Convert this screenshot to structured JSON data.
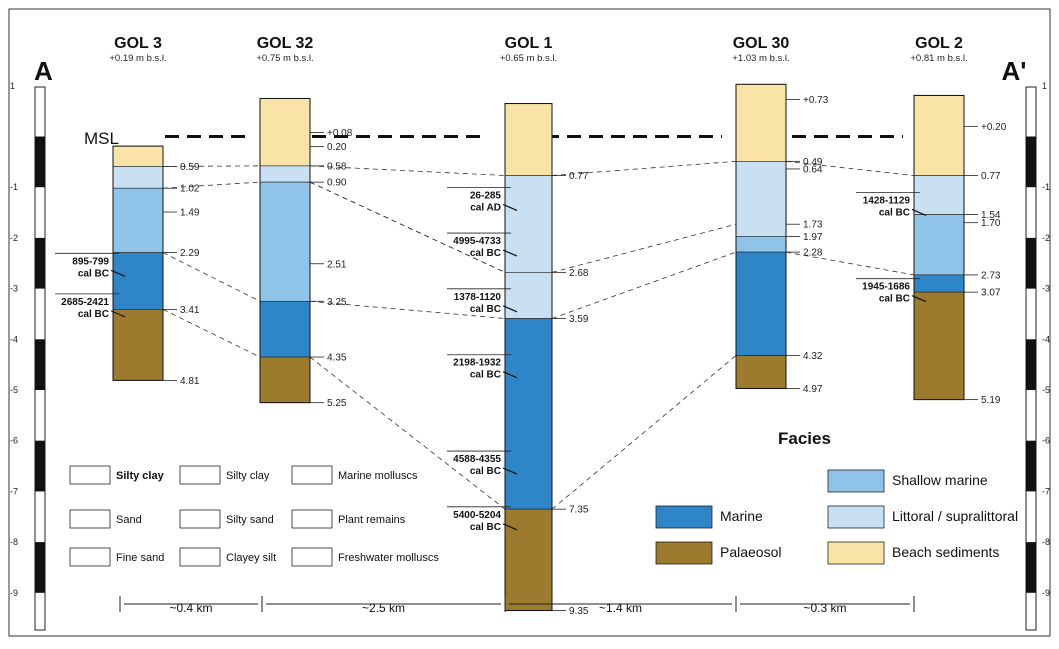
{
  "section": {
    "left": "A",
    "right": "A'",
    "msl": "MSL"
  },
  "scale_ticks": [
    "1",
    "-1",
    "-2",
    "-3",
    "-4",
    "-5",
    "-6",
    "-7",
    "-8",
    "-9"
  ],
  "colors": {
    "beach": "#FAE3A6",
    "littoral": "#C9E0F2",
    "shallow": "#8FC3E8",
    "marine": "#2E86C8",
    "palaeosol": "#9C7A2E"
  },
  "cores": [
    {
      "name": "GOL 3",
      "elev": "+0.19 m b.s.l.",
      "units": [
        {
          "facies": "beach",
          "top": 0.19,
          "bot": 0.59
        },
        {
          "facies": "littoral",
          "top": 0.59,
          "bot": 1.02
        },
        {
          "facies": "shallow",
          "top": 1.02,
          "bot": 2.29
        },
        {
          "facies": "marine",
          "top": 2.29,
          "bot": 3.41
        },
        {
          "facies": "palaeosol",
          "top": 3.41,
          "bot": 4.81
        }
      ],
      "depths": [
        {
          "d": 0.59,
          "t": "0.59"
        },
        {
          "d": 1.02,
          "t": "1.02"
        },
        {
          "d": 1.49,
          "t": "1.49"
        },
        {
          "d": 2.29,
          "t": "2.29"
        },
        {
          "d": 3.41,
          "t": "3.41"
        },
        {
          "d": 4.81,
          "t": "4.81"
        }
      ],
      "dates": [
        {
          "d": 2.6,
          "l1": "895-799",
          "l2": "cal BC"
        },
        {
          "d": 3.4,
          "l1": "2685-2421",
          "l2": "cal BC"
        }
      ]
    },
    {
      "name": "GOL 32",
      "elev": "+0.75 m b.s.l.",
      "units": [
        {
          "facies": "beach",
          "top": -0.75,
          "bot": 0.58
        },
        {
          "facies": "littoral",
          "top": 0.58,
          "bot": 0.9
        },
        {
          "facies": "shallow",
          "top": 0.9,
          "bot": 3.25
        },
        {
          "facies": "marine",
          "top": 3.25,
          "bot": 4.35
        },
        {
          "facies": "palaeosol",
          "top": 4.35,
          "bot": 5.25
        }
      ],
      "depths": [
        {
          "d": -0.08,
          "t": "+0.08"
        },
        {
          "d": 0.2,
          "t": "0.20"
        },
        {
          "d": 0.58,
          "t": "0.58"
        },
        {
          "d": 0.9,
          "t": "0.90"
        },
        {
          "d": 2.51,
          "t": "2.51"
        },
        {
          "d": 3.25,
          "t": "3.25"
        },
        {
          "d": 4.35,
          "t": "4.35"
        },
        {
          "d": 5.25,
          "t": "5.25"
        }
      ],
      "dates": []
    },
    {
      "name": "GOL 1",
      "elev": "+0.65 m b.s.l.",
      "units": [
        {
          "facies": "beach",
          "top": -0.65,
          "bot": 0.77
        },
        {
          "facies": "littoral",
          "top": 0.77,
          "bot": 2.68
        },
        {
          "facies": "littoral",
          "top": 2.68,
          "bot": 3.59
        },
        {
          "facies": "marine",
          "top": 3.59,
          "bot": 7.35
        },
        {
          "facies": "palaeosol",
          "top": 7.35,
          "bot": 9.35
        }
      ],
      "depths": [
        {
          "d": 0.77,
          "t": "0.77"
        },
        {
          "d": 2.68,
          "t": "2.68"
        },
        {
          "d": 3.59,
          "t": "3.59"
        },
        {
          "d": 7.35,
          "t": "7.35"
        },
        {
          "d": 9.35,
          "t": "9.35"
        }
      ],
      "dates": [
        {
          "d": 1.3,
          "l1": "26-285",
          "l2": "cal AD"
        },
        {
          "d": 2.2,
          "l1": "4995-4733",
          "l2": "cal BC"
        },
        {
          "d": 3.3,
          "l1": "1378-1120",
          "l2": "cal BC"
        },
        {
          "d": 4.6,
          "l1": "2198-1932",
          "l2": "cal BC"
        },
        {
          "d": 6.5,
          "l1": "4588-4355",
          "l2": "cal BC"
        },
        {
          "d": 7.6,
          "l1": "5400-5204",
          "l2": "cal BC"
        }
      ]
    },
    {
      "name": "GOL 30",
      "elev": "+1.03 m b.s.l.",
      "units": [
        {
          "facies": "beach",
          "top": -1.03,
          "bot": 0.49
        },
        {
          "facies": "littoral",
          "top": 0.49,
          "bot": 1.97
        },
        {
          "facies": "shallow",
          "top": 1.97,
          "bot": 2.28
        },
        {
          "facies": "marine",
          "top": 2.28,
          "bot": 4.32
        },
        {
          "facies": "palaeosol",
          "top": 4.32,
          "bot": 4.97
        }
      ],
      "depths": [
        {
          "d": -0.73,
          "t": "+0.73"
        },
        {
          "d": 0.49,
          "t": "0.49"
        },
        {
          "d": 0.64,
          "t": "0.64"
        },
        {
          "d": 1.73,
          "t": "1.73"
        },
        {
          "d": 1.97,
          "t": "1.97"
        },
        {
          "d": 2.28,
          "t": "2.28"
        },
        {
          "d": 4.32,
          "t": "4.32"
        },
        {
          "d": 4.97,
          "t": "4.97"
        }
      ],
      "dates": []
    },
    {
      "name": "GOL 2",
      "elev": "+0.81 m b.s.l.",
      "units": [
        {
          "facies": "beach",
          "top": -0.81,
          "bot": 0.77
        },
        {
          "facies": "littoral",
          "top": 0.77,
          "bot": 1.54
        },
        {
          "facies": "shallow",
          "top": 1.54,
          "bot": 2.73
        },
        {
          "facies": "marine",
          "top": 2.73,
          "bot": 3.07
        },
        {
          "facies": "palaeosol",
          "top": 3.07,
          "bot": 5.19
        }
      ],
      "depths": [
        {
          "d": -0.2,
          "t": "+0.20"
        },
        {
          "d": 0.77,
          "t": "0.77"
        },
        {
          "d": 1.54,
          "t": "1.54"
        },
        {
          "d": 1.7,
          "t": "1.70"
        },
        {
          "d": 2.73,
          "t": "2.73"
        },
        {
          "d": 3.07,
          "t": "3.07"
        },
        {
          "d": 5.19,
          "t": "5.19"
        }
      ],
      "dates": [
        {
          "d": 1.4,
          "l1": "1428-1129",
          "l2": "cal BC"
        },
        {
          "d": 3.1,
          "l1": "1945-1686",
          "l2": "cal BC"
        }
      ]
    }
  ],
  "correlations": [
    [
      [
        0,
        0.59
      ],
      [
        1,
        0.58
      ],
      [
        2,
        0.77
      ],
      [
        3,
        0.49
      ],
      [
        4,
        0.77
      ]
    ],
    [
      [
        0,
        1.02
      ],
      [
        1,
        0.9
      ],
      [
        2,
        2.68
      ],
      [
        3,
        1.73
      ]
    ],
    [
      [
        1,
        0.9
      ],
      [
        2,
        2.68
      ]
    ],
    [
      [
        0,
        2.29
      ],
      [
        1,
        3.25
      ],
      [
        2,
        3.59
      ],
      [
        3,
        2.28
      ],
      [
        4,
        2.73
      ]
    ],
    [
      [
        0,
        3.41
      ],
      [
        1,
        4.35
      ],
      [
        2,
        7.35
      ],
      [
        3,
        4.32
      ]
    ]
  ],
  "distances": [
    "~0.4 km",
    "~2.5 km",
    "~1.4 km",
    "~0.3 km"
  ],
  "lithology_legend": [
    "Silty clay",
    "Silty clay",
    "Marine molluscs",
    "Sand",
    "Silty sand",
    "Plant remains",
    "Fine sand",
    "Clayey silt",
    "Freshwater molluscs"
  ],
  "facies_legend": {
    "title": "Facies",
    "items": [
      {
        "label": "Shallow marine",
        "facies": "shallow"
      },
      {
        "label": "Marine",
        "facies": "marine"
      },
      {
        "label": "Littoral / supralittoral",
        "facies": "littoral"
      },
      {
        "label": "Palaeosol",
        "facies": "palaeosol"
      },
      {
        "label": "Beach sediments",
        "facies": "beach"
      }
    ]
  }
}
